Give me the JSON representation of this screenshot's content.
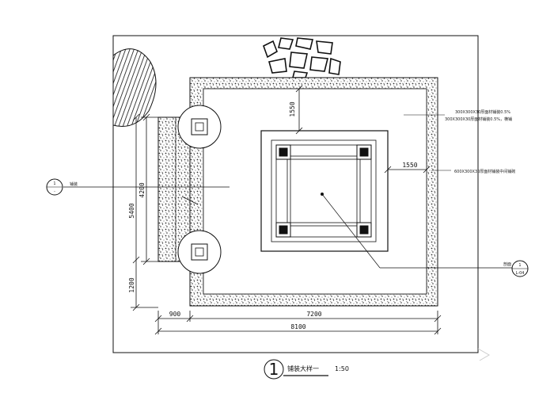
{
  "dimensions": {
    "top_gap": "1550",
    "right_gap": "1550",
    "left_inner": "4200",
    "left_total": "5400",
    "left_lower": "1200",
    "bottom_left": "900",
    "bottom_mid": "7200",
    "bottom_total": "8100"
  },
  "notes": {
    "right_1": "300X300X30厚面材铺装0.5%",
    "right_2": "300X300X30厚面材铺装0.5%，横铺",
    "right_3": "600X300X30厚面材铺装中间铺砌",
    "left_callout": "铺装",
    "right_callout": "剖面"
  },
  "section_marks": {
    "left": {
      "number": "1",
      "sheet": "-"
    },
    "right": {
      "number": "1",
      "sheet": "L-04"
    }
  },
  "title_block": {
    "number": "1",
    "name": "铺装大样一",
    "scale": "1:50"
  }
}
